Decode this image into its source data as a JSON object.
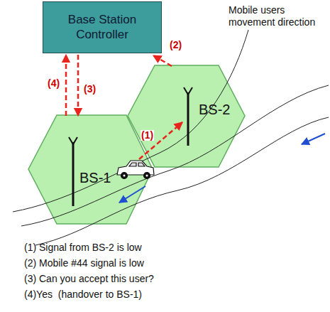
{
  "diagram": {
    "nodes": [
      {
        "text": [
          "Base Station Controller"
        ]
      },
      {
        "text": [
          "BS-1"
        ]
      },
      {
        "text": [
          "BS-2"
        ]
      }
    ],
    "edges": [
      {
        "from": 1,
        "to": 0,
        "label": "(4)",
        "arrow": "to"
      },
      {
        "from": 0,
        "to": 1,
        "label": "(3)",
        "arrow": "to"
      },
      {
        "from": 2,
        "to": 0,
        "label": "(2)",
        "arrow": "to"
      }
    ],
    "labels": [
      "Mobile users movement direction",
      "(1)",
      "(1) Signal from BS-2 is low",
      "(2) Mobile #44 signal is low",
      "(3) Can you accept this user?",
      "(4)Yes  (handover to BS-1)"
    ]
  }
}
